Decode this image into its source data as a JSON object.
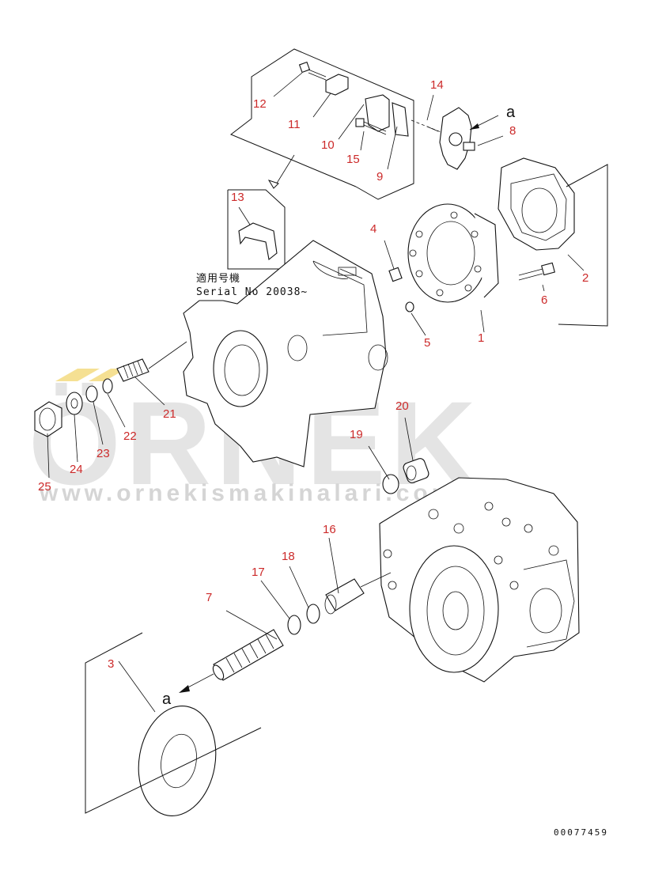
{
  "diagram": {
    "applicable_serial_line1": "適用号機",
    "applicable_serial_line2": "Serial No 20038~",
    "drawing_code": "00077459",
    "view_marker": "a"
  },
  "watermark": {
    "brand": "ÖRNEK",
    "url": "www.ornekismakinalari.com.tr"
  },
  "callouts": [
    "1",
    "2",
    "3",
    "4",
    "5",
    "6",
    "7",
    "8",
    "9",
    "10",
    "11",
    "12",
    "13",
    "14",
    "15",
    "16",
    "17",
    "18",
    "19",
    "20",
    "21",
    "22",
    "23",
    "24",
    "25"
  ]
}
